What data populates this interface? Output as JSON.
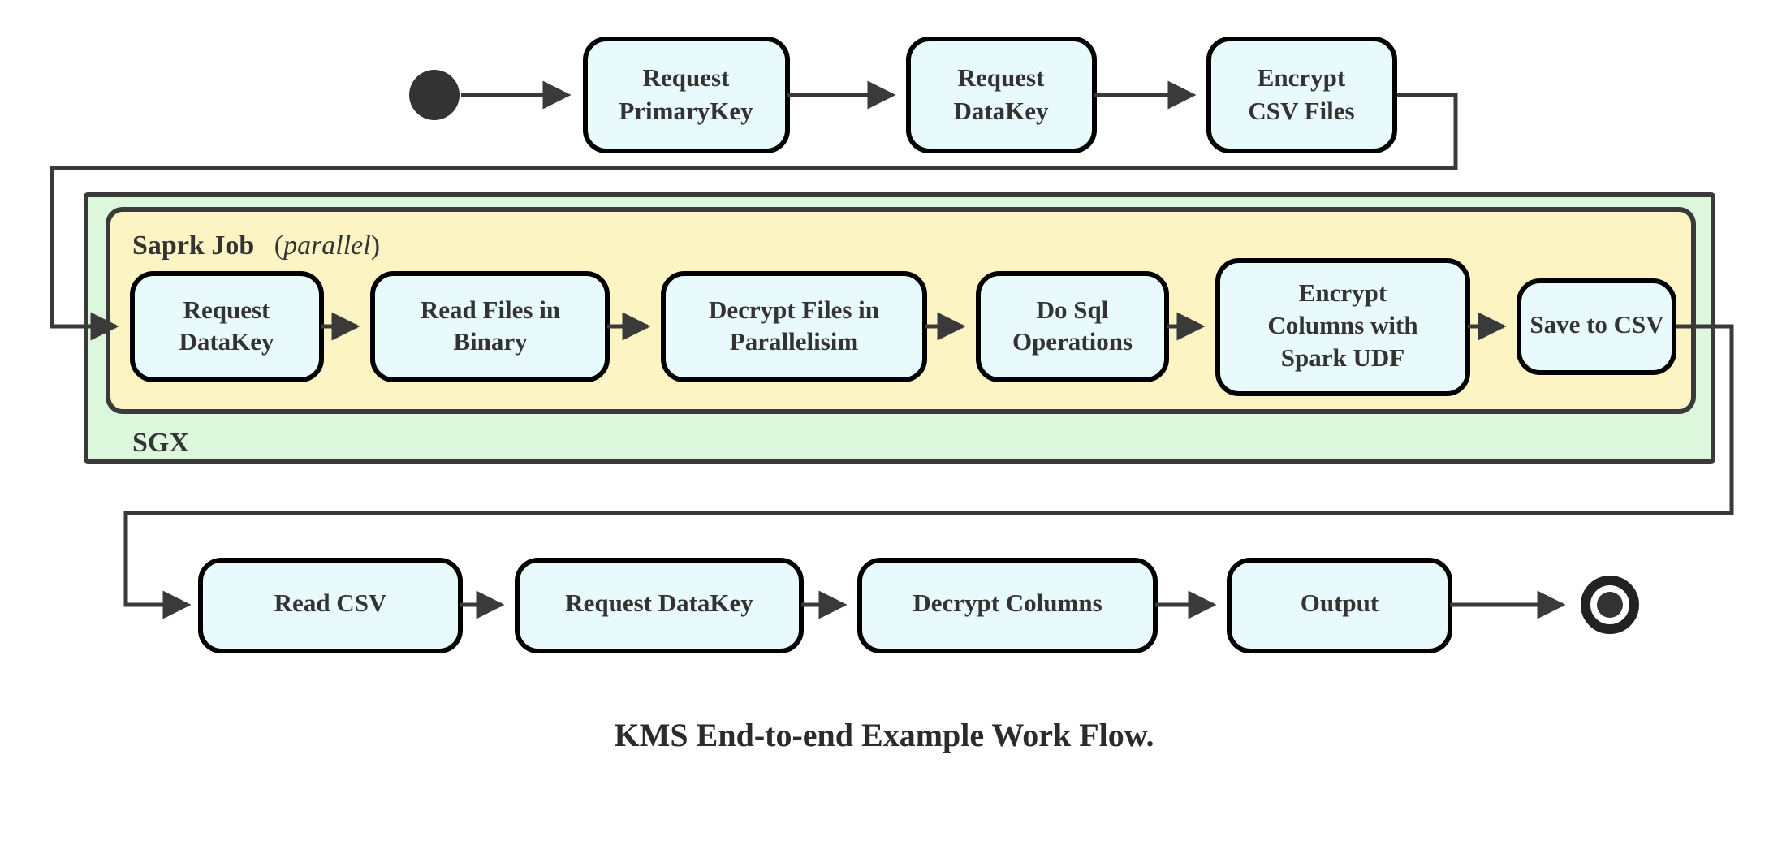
{
  "caption": "KMS End-to-end Example Work Flow.",
  "colors": {
    "node_fill": "#e9fafd",
    "node_stroke": "#000000",
    "edge": "#3a3a3a",
    "sgx_container_fill": "#ddf7dd",
    "spark_container_fill": "#fdf4c3",
    "container_stroke": "#3a3a3a",
    "text": "#333333",
    "background": "#ffffff"
  },
  "markers": {
    "start_node": "filled-circle",
    "end_node": "ring-with-filled-center"
  },
  "containers": {
    "sgx": {
      "label": "SGX"
    },
    "spark": {
      "label_bold": "Saprk Job",
      "label_paren_open": "(",
      "label_italic": "parallel",
      "label_paren_close": ")"
    }
  },
  "rows": {
    "top": [
      {
        "id": "request-primarykey",
        "lines": [
          "Request",
          "PrimaryKey"
        ]
      },
      {
        "id": "request-datakey-top",
        "lines": [
          "Request",
          "DataKey"
        ]
      },
      {
        "id": "encrypt-csv-files",
        "lines": [
          "Encrypt",
          "CSV Files"
        ]
      }
    ],
    "middle": [
      {
        "id": "request-datakey-spark",
        "lines": [
          "Request",
          "DataKey"
        ]
      },
      {
        "id": "read-files-in-binary",
        "lines": [
          "Read Files in",
          "Binary"
        ]
      },
      {
        "id": "decrypt-files-in-parallelisim",
        "lines": [
          "Decrypt Files in",
          "Parallelisim"
        ]
      },
      {
        "id": "do-sql-operations",
        "lines": [
          "Do Sql",
          "Operations"
        ]
      },
      {
        "id": "encrypt-columns-with-spark-udf",
        "lines": [
          "Encrypt",
          "Columns with",
          "Spark UDF"
        ]
      },
      {
        "id": "save-to-csv",
        "lines": [
          "Save to CSV"
        ]
      }
    ],
    "bottom": [
      {
        "id": "read-csv",
        "lines": [
          "Read CSV"
        ]
      },
      {
        "id": "request-datakey-bottom",
        "lines": [
          "Request DataKey"
        ]
      },
      {
        "id": "decrypt-columns",
        "lines": [
          "Decrypt Columns"
        ]
      },
      {
        "id": "output",
        "lines": [
          "Output"
        ]
      }
    ]
  }
}
